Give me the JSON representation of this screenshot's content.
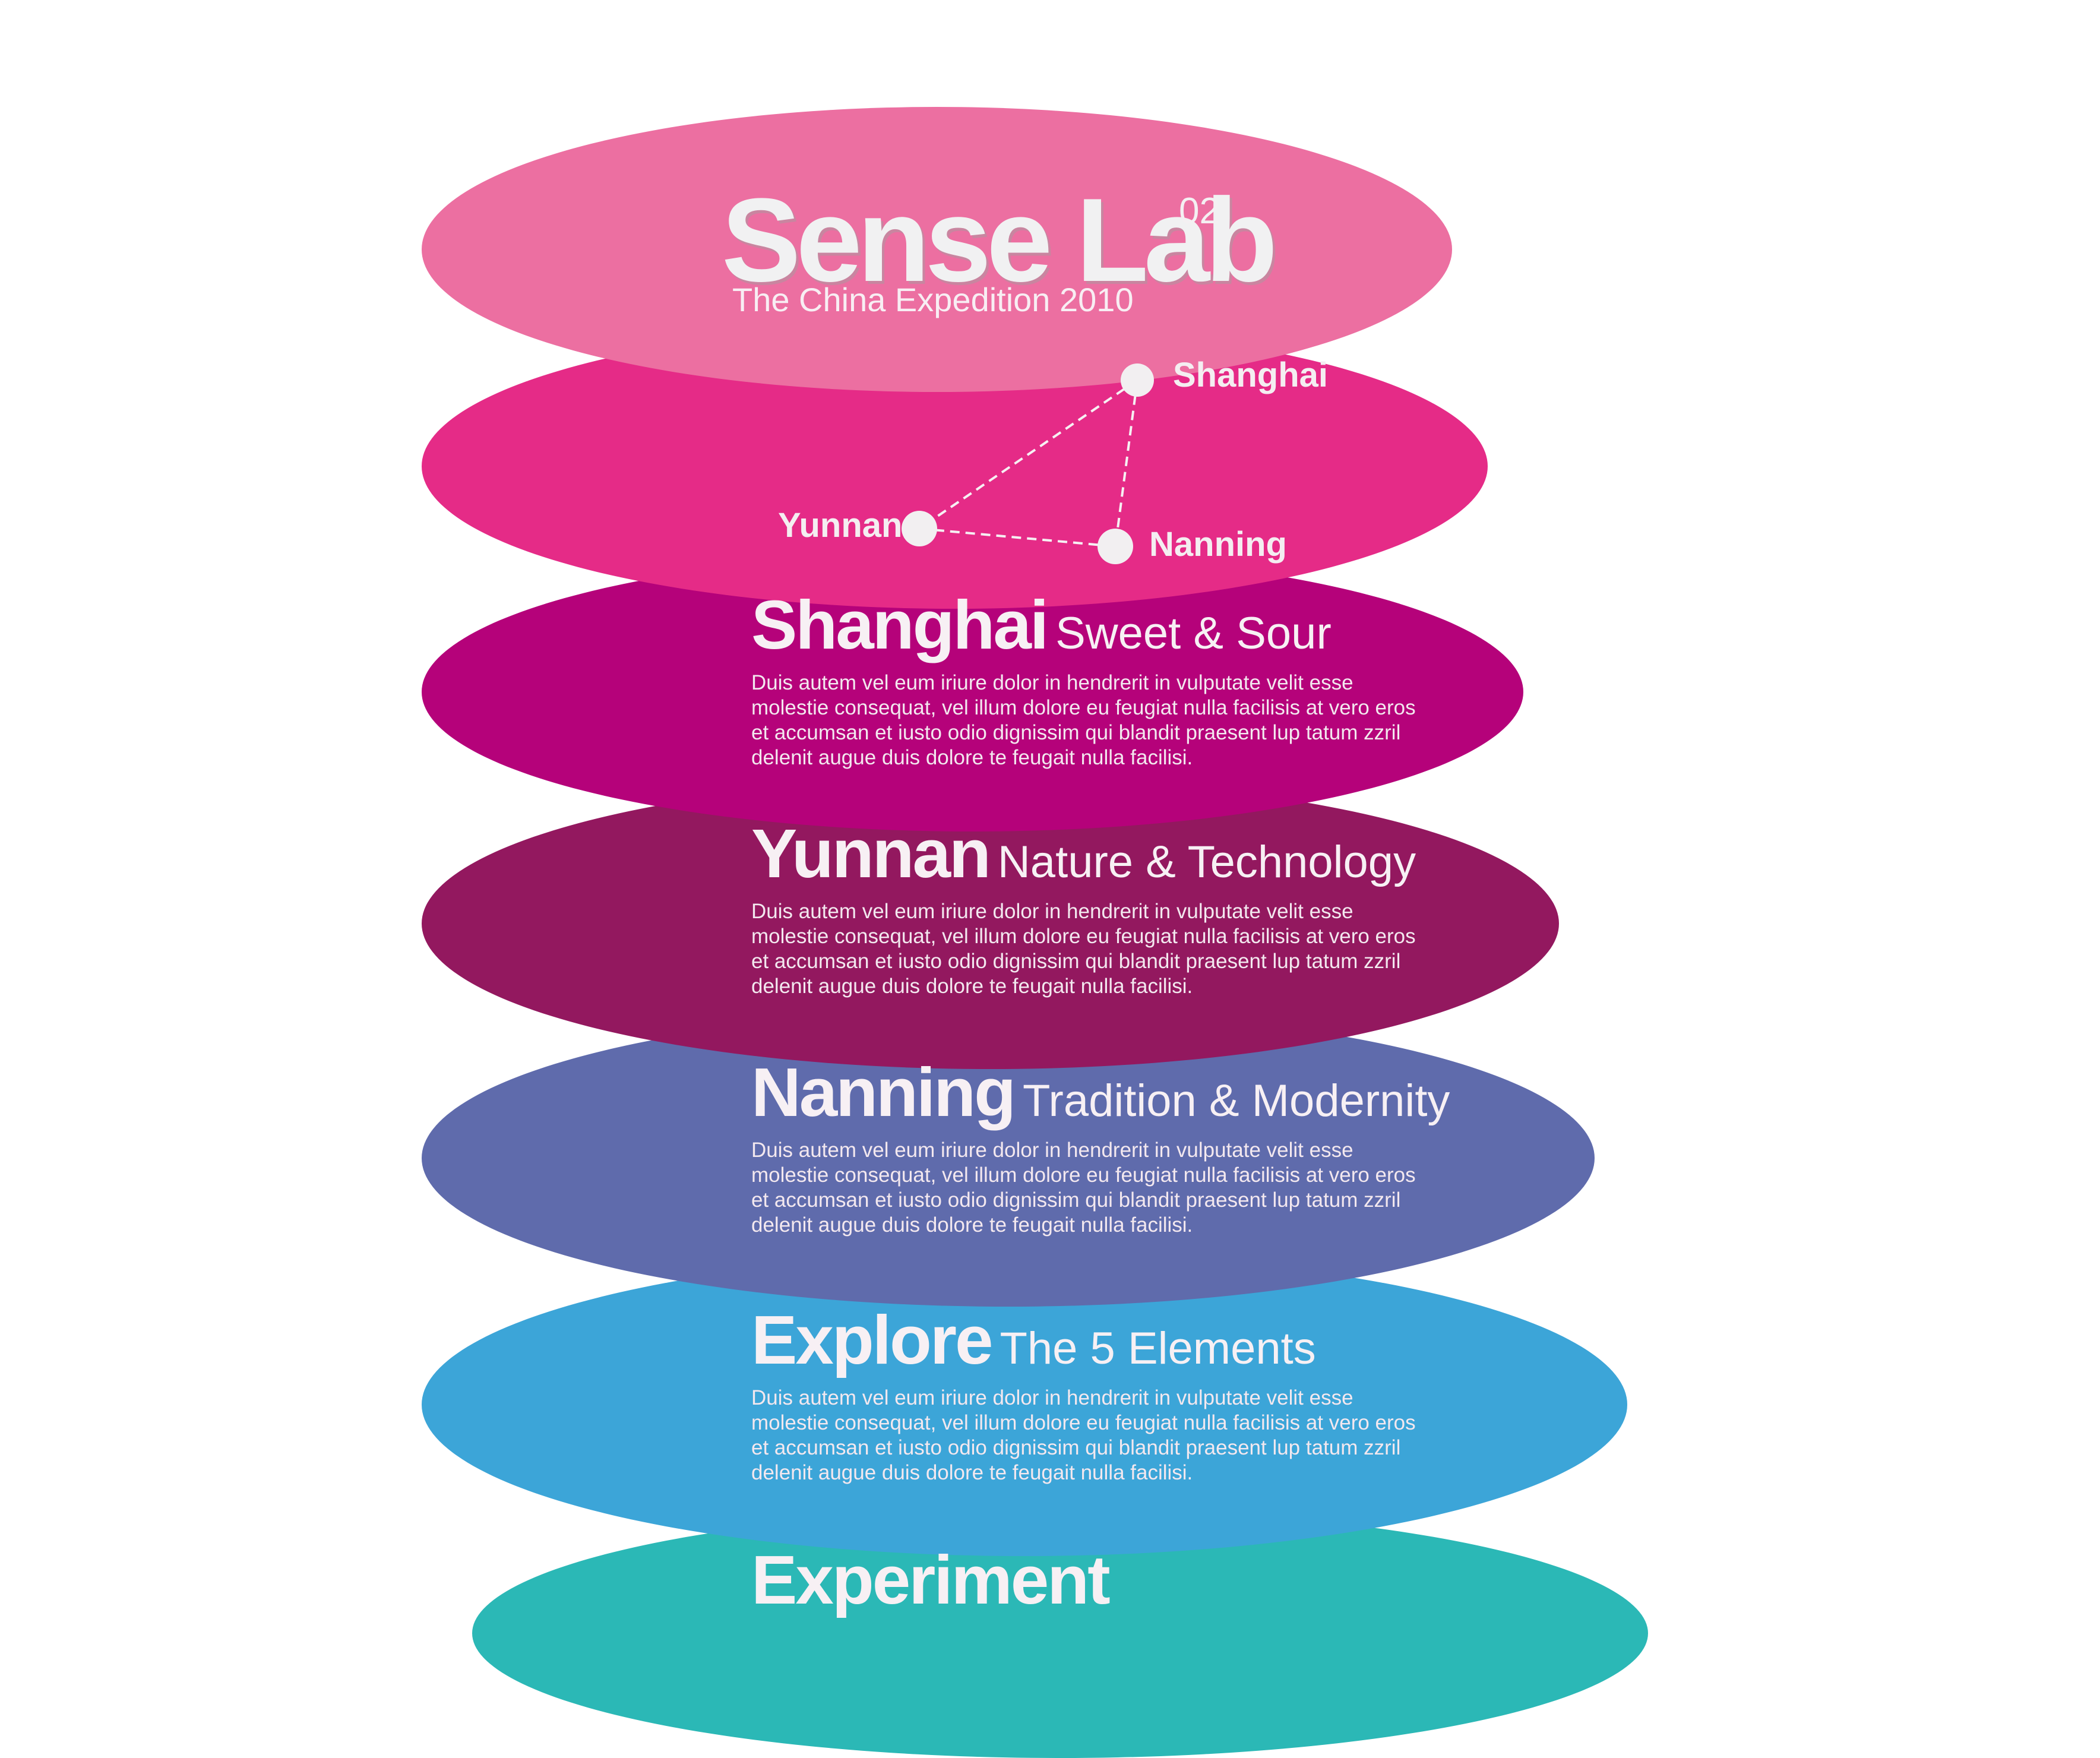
{
  "colors": {
    "background": "#ffffff",
    "title_ellipse": "#ec6fa1",
    "map_ellipse": "#e52b87",
    "shanghai_ellipse": "#b5027a",
    "yunnan_ellipse": "#93185f",
    "nanning_ellipse": "#5f6bac",
    "explore_ellipse": "#3ca5d8",
    "next_ellipse": "#2bb8b6",
    "text_light": "#f2f2f2"
  },
  "header": {
    "title": "Sense Lab",
    "superscript": "02",
    "subtitle": "The China Expedition 2010"
  },
  "map": {
    "cities": [
      {
        "label": "Shanghai"
      },
      {
        "label": "Yunnan"
      },
      {
        "label": "Nanning"
      }
    ]
  },
  "sections": [
    {
      "name": "Shanghai",
      "tagline": "Sweet & Sour",
      "body": "Duis autem vel eum iriure dolor in hendrerit in vulputate velit esse molestie consequat, vel illum dolore eu feugiat nulla facilisis at vero eros et accumsan et iusto odio dignissim qui blandit praesent lup tatum zzril delenit augue duis dolore te feugait nulla facilisi."
    },
    {
      "name": "Yunnan",
      "tagline": "Nature & Technology",
      "body": "Duis autem vel eum iriure dolor in hendrerit in vulputate velit esse molestie consequat, vel illum dolore eu feugiat nulla facilisis at vero eros et accumsan et iusto odio dignissim qui blandit praesent lup tatum zzril delenit augue duis dolore te feugait nulla facilisi."
    },
    {
      "name": "Nanning",
      "tagline": "Tradition & Modernity",
      "body": "Duis autem vel eum iriure dolor in hendrerit in vulputate velit esse molestie consequat, vel illum dolore eu feugiat nulla facilisis at vero eros et accumsan et iusto odio dignissim qui blandit praesent lup tatum zzril delenit augue duis dolore te feugait nulla facilisi."
    },
    {
      "name": "Explore",
      "tagline": "The 5 Elements",
      "body": "Duis autem vel eum iriure dolor in hendrerit in vulputate velit esse molestie consequat, vel illum dolore eu feugiat nulla facilisis at vero eros et accumsan et iusto odio dignissim qui blandit praesent lup tatum zzril delenit augue duis dolore te feugait nulla facilisi."
    },
    {
      "name": "Experiment",
      "tagline": "",
      "body": ""
    }
  ]
}
